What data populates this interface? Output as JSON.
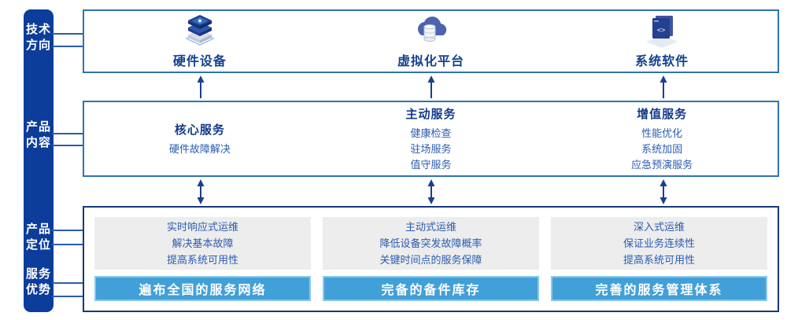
{
  "colors": {
    "sidebar_bg": "#0d3d9a",
    "box_border": "#2e74b5",
    "bottom_box_border": "#17387f",
    "title_navy": "#123a8a",
    "item_blue": "#2b5cb0",
    "gray_panel": "#ededed",
    "banner_blue": "#42a0d8",
    "arrow_navy": "#1a3f8f"
  },
  "sidebar": {
    "sections": [
      {
        "label_lines": [
          "技术",
          "方向"
        ]
      },
      {
        "label_lines": [
          "产品",
          "内容"
        ]
      },
      {
        "label_lines": [
          "产品",
          "定位"
        ]
      },
      {
        "label_lines": [
          "服务",
          "优势"
        ]
      }
    ]
  },
  "tech_row": {
    "items": [
      {
        "icon": "server-stack-icon",
        "label": "硬件设备"
      },
      {
        "icon": "cloud-platform-icon",
        "label": "虚拟化平台"
      },
      {
        "icon": "software-window-icon",
        "label": "系统软件"
      }
    ]
  },
  "content_row": {
    "columns": [
      {
        "title": "核心服务",
        "items": [
          "硬件故障解决",
          "",
          ""
        ]
      },
      {
        "title": "主动服务",
        "items": [
          "健康检查",
          "驻场服务",
          "值守服务"
        ]
      },
      {
        "title": "增值服务",
        "items": [
          "性能优化",
          "系统加固",
          "应急预演服务"
        ]
      }
    ]
  },
  "position_row": {
    "columns": [
      {
        "lines": [
          "实时响应式运维",
          "解决基本故障",
          "提高系统可用性"
        ],
        "banner": "遍布全国的服务网络"
      },
      {
        "lines": [
          "主动式运维",
          "降低设备突发故障概率",
          "关键时间点的服务保障"
        ],
        "banner": "完备的备件库存"
      },
      {
        "lines": [
          "深入式运维",
          "保证业务连续性",
          "提高系统可用性"
        ],
        "banner": "完善的服务管理体系"
      }
    ]
  }
}
